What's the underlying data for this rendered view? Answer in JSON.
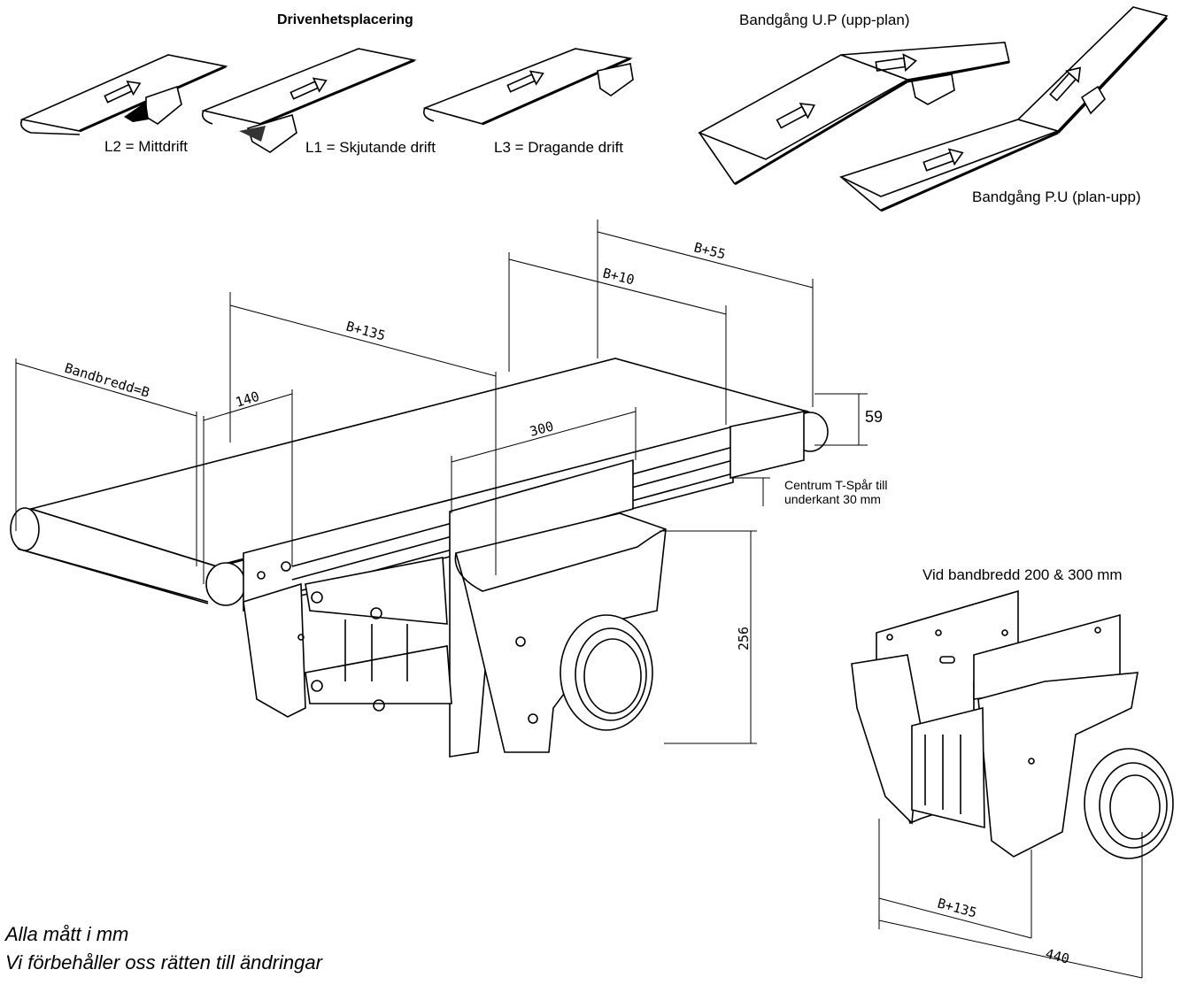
{
  "header": {
    "drive_title": "Drivenhetsplacering",
    "up_plan_title": "Bandgång U.P (upp-plan)",
    "plan_up_title": "Bandgång P.U (plan-upp)"
  },
  "drive_options": [
    {
      "label": "L2 = Mittdrift"
    },
    {
      "label": "L1 = Skjutande drift"
    },
    {
      "label": "L3 = Dragande drift"
    }
  ],
  "main_drawing": {
    "dimensions": {
      "belt_width": "Bandbredd=B",
      "d140": "140",
      "b135": "B+135",
      "b10": "B+10",
      "b55": "B+55",
      "d300": "300",
      "d59": "59",
      "d256": "256"
    },
    "t_slot_note_line1": "Centrum T-Spår till",
    "t_slot_note_line2": "underkant  30 mm"
  },
  "detail_drawing": {
    "title": "Vid bandbredd 200 & 300 mm",
    "dim_b135": "B+135",
    "dim_440": "440"
  },
  "footer": {
    "line1": "Alla mått i mm",
    "line2": "Vi förbehåller oss rätten till ändringar"
  }
}
